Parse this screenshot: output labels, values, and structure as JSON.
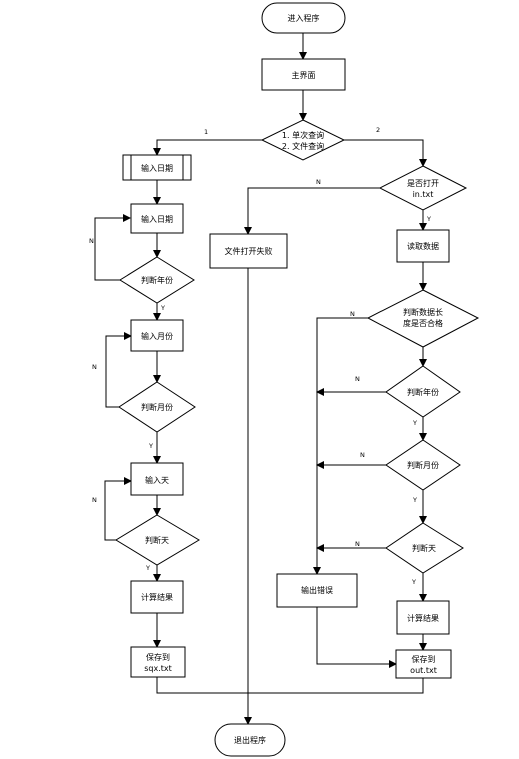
{
  "nodes": {
    "start": "进入程序",
    "main_ui": "主界面",
    "menu_line1": "1. 单次查询",
    "menu_line2": "2. 文件查询",
    "input_date_sub": "输入日期",
    "input_date": "输入日期",
    "check_year_left": "判断年份",
    "input_month": "输入月份",
    "check_month_left": "判断月份",
    "input_day": "输入天",
    "check_day_left": "判断天",
    "calc_left": "计算结果",
    "save_left_line1": "保存到",
    "save_left_line2": "sqx.txt",
    "open_fail": "文件打开失败",
    "open_check_line1": "是否打开",
    "open_check_line2": "in.txt",
    "read_data": "读取数据",
    "check_len_line1": "判断数据长",
    "check_len_line2": "度是否合格",
    "check_year_right": "判断年份",
    "check_month_right": "判断月份",
    "check_day_right": "判断天",
    "output_error": "输出错误",
    "calc_right": "计算结果",
    "save_right_line1": "保存到",
    "save_right_line2": "out.txt",
    "exit": "退出程序"
  },
  "edge_labels": {
    "choice1": "1",
    "choice2": "2",
    "no": "N",
    "yes": "Y"
  }
}
